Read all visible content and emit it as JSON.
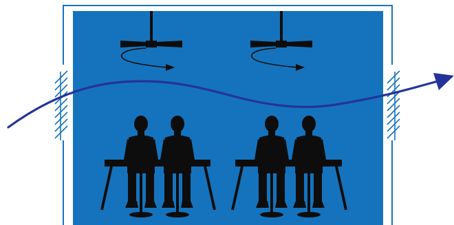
{
  "diagram": {
    "colors": {
      "room_fill": "#1573bd",
      "outline": "#1573bd",
      "airflow_arrow": "#24339a",
      "silhouette": "#0d0d0d",
      "page_background": "#ffffff"
    },
    "elements": {
      "fans": 2,
      "fan_rotation_arrows": 2,
      "window_vents": 2,
      "people": 4,
      "tables": 2,
      "cross_ventilation_arrow": 1
    }
  }
}
